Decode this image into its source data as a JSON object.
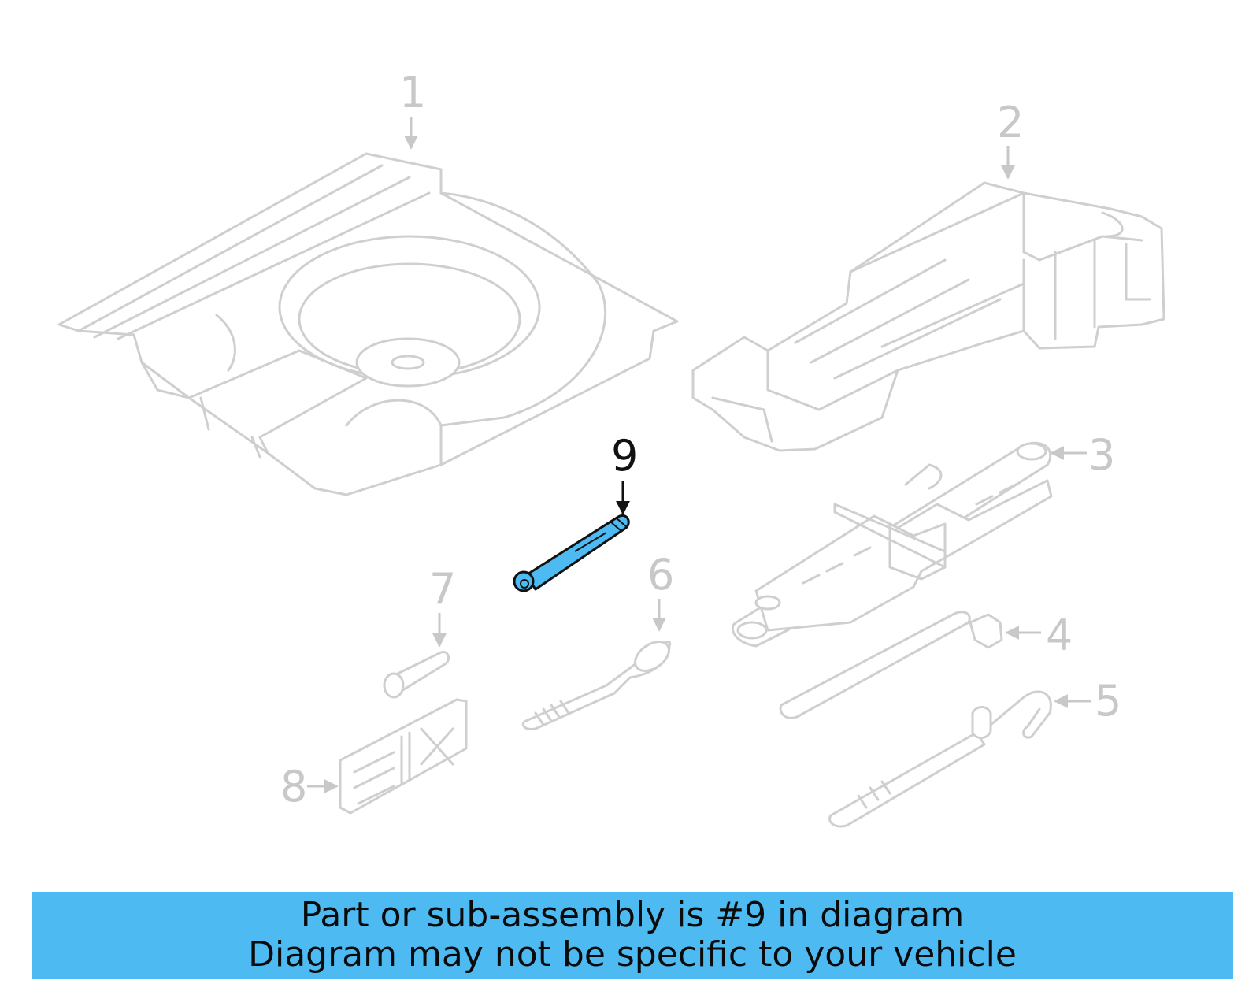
{
  "callouts": [
    {
      "label": "1",
      "highlighted": false
    },
    {
      "label": "2",
      "highlighted": false
    },
    {
      "label": "3",
      "highlighted": false
    },
    {
      "label": "4",
      "highlighted": false
    },
    {
      "label": "5",
      "highlighted": false
    },
    {
      "label": "6",
      "highlighted": false
    },
    {
      "label": "7",
      "highlighted": false
    },
    {
      "label": "8",
      "highlighted": false
    },
    {
      "label": "9",
      "highlighted": true
    }
  ],
  "colors": {
    "highlight_part": "#4dbaf2",
    "inactive_line": "#cfcfcf",
    "banner_background": "#4dbaf2"
  },
  "banner": {
    "line1": "Part or sub-assembly is #9 in diagram",
    "line2": "Diagram may not be specific to your vehicle"
  }
}
